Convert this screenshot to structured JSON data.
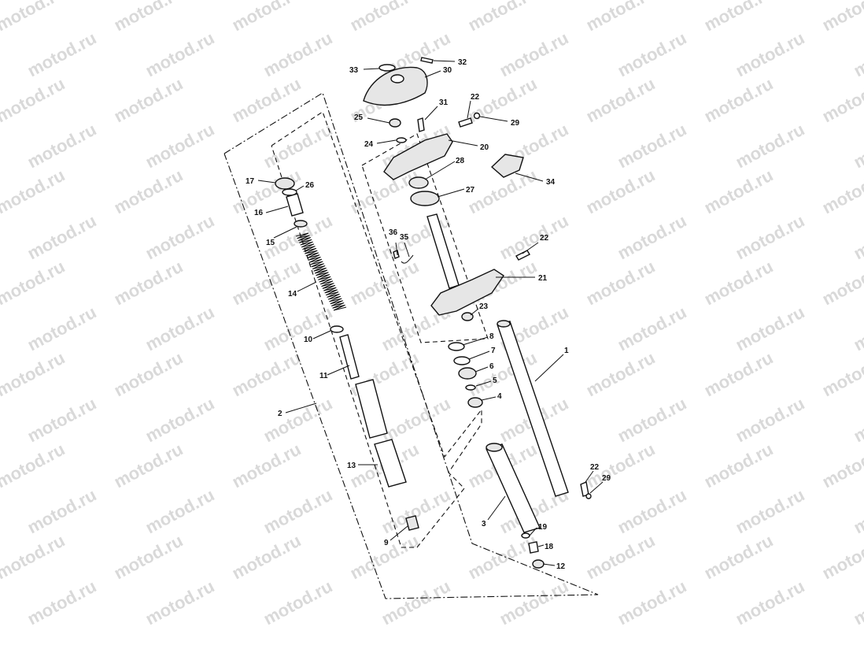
{
  "watermark": {
    "text": "motod.ru",
    "color": "#d9d9d9"
  },
  "callouts": [
    {
      "id": "c1",
      "label": "1"
    },
    {
      "id": "c2",
      "label": "2"
    },
    {
      "id": "c3",
      "label": "3"
    },
    {
      "id": "c4",
      "label": "4"
    },
    {
      "id": "c5",
      "label": "5"
    },
    {
      "id": "c6",
      "label": "6"
    },
    {
      "id": "c7",
      "label": "7"
    },
    {
      "id": "c8",
      "label": "8"
    },
    {
      "id": "c9",
      "label": "9"
    },
    {
      "id": "c10",
      "label": "10"
    },
    {
      "id": "c11",
      "label": "11"
    },
    {
      "id": "c12",
      "label": "12"
    },
    {
      "id": "c13",
      "label": "13"
    },
    {
      "id": "c14",
      "label": "14"
    },
    {
      "id": "c15",
      "label": "15"
    },
    {
      "id": "c16",
      "label": "16"
    },
    {
      "id": "c17",
      "label": "17"
    },
    {
      "id": "c18",
      "label": "18"
    },
    {
      "id": "c19",
      "label": "19"
    },
    {
      "id": "c20",
      "label": "20"
    },
    {
      "id": "c21",
      "label": "21"
    },
    {
      "id": "c22a",
      "label": "22"
    },
    {
      "id": "c22b",
      "label": "22"
    },
    {
      "id": "c22c",
      "label": "22"
    },
    {
      "id": "c23",
      "label": "23"
    },
    {
      "id": "c24",
      "label": "24"
    },
    {
      "id": "c25",
      "label": "25"
    },
    {
      "id": "c26",
      "label": "26"
    },
    {
      "id": "c27",
      "label": "27"
    },
    {
      "id": "c28",
      "label": "28"
    },
    {
      "id": "c29a",
      "label": "29"
    },
    {
      "id": "c29b",
      "label": "29"
    },
    {
      "id": "c30",
      "label": "30"
    },
    {
      "id": "c31",
      "label": "31"
    },
    {
      "id": "c32",
      "label": "32"
    },
    {
      "id": "c33",
      "label": "33"
    },
    {
      "id": "c34",
      "label": "34"
    },
    {
      "id": "c35",
      "label": "35"
    },
    {
      "id": "c36",
      "label": "36"
    }
  ]
}
